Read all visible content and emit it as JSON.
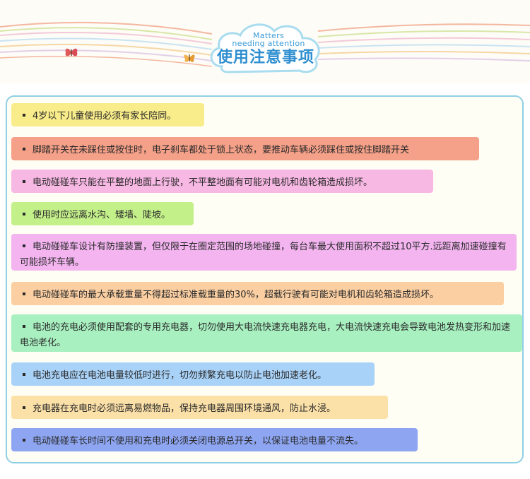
{
  "header": {
    "subtitle_line1": "Matters",
    "subtitle_line2": "needing attention",
    "title": "使用注意事项"
  },
  "notices": [
    {
      "text": "4岁以下儿童使用必须有家长陪同。",
      "color": "#f9ec8a"
    },
    {
      "text": "脚踏开关在未踩住或按住时，电子刹车都处于锁上状态，要推动车辆必须踩住或按住脚踏开关",
      "color": "#f5a088"
    },
    {
      "text": "电动碰碰车只能在平整的地面上行驶，不平整地面有可能对电机和齿轮箱造成损坏。",
      "color": "#f8b8e4"
    },
    {
      "text": "使用时应远离水沟、矮墙、陡坡。",
      "color": "#c4f08a"
    },
    {
      "text": "电动碰碰车设计有防撞装置，但仅限于在圈定范围的场地碰撞，每台车最大使用面积不超过10平方.远距离加速碰撞有可能损坏车辆。",
      "color": "#f3b4f0"
    },
    {
      "text": "电动碰碰车的最大承载重量不得超过标准载重量的30%，超载行驶有可能对电机和齿轮箱造成损坏。",
      "color": "#fbcfa2"
    },
    {
      "text": "电池的充电必须使用配套的专用充电器，切勿使用大电流快速充电器充电，大电流快速充电会导致电池发热变形和加速电池老化。",
      "color": "#a8f0c0"
    },
    {
      "text": "电池充电应在电池电量较低时进行，切勿频繁充电以防止电池加速老化。",
      "color": "#a9d2f8"
    },
    {
      "text": "充电器在充电时必须远离易燃物品，保持充电器周围环境通风，防止水浸。",
      "color": "#fbe0a8"
    },
    {
      "text": "电动碰碰车长时间不使用和充电时必须关闭电源总开关，以保证电池电量不流失。",
      "color": "#8ea6f2"
    }
  ],
  "colors": {
    "panel_border": "#8fcfe6",
    "title_blue": "#2f8fd0"
  }
}
